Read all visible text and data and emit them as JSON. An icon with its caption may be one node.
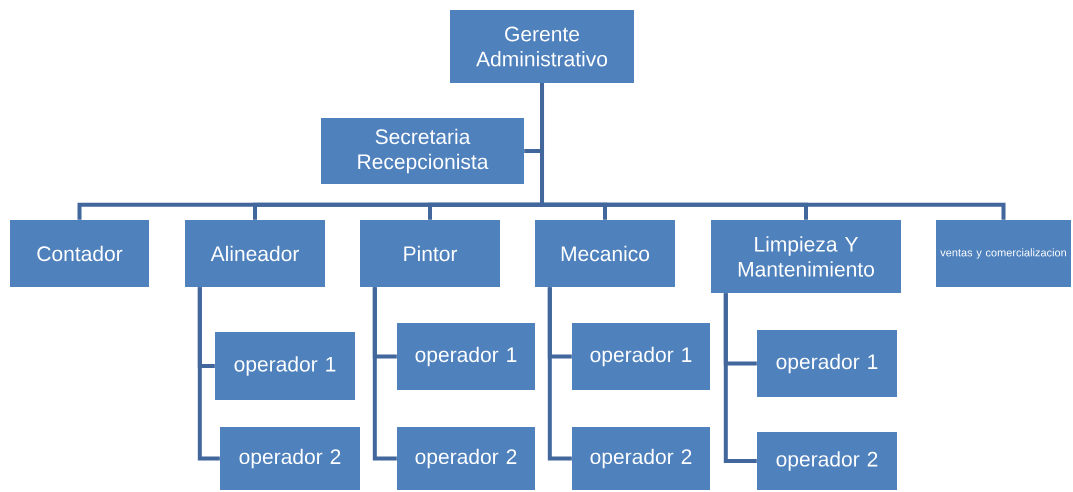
{
  "diagram": {
    "nodes": [
      {
        "text": [
          "Gerente Administrativo"
        ]
      },
      {
        "text": [
          "Secretaria Recepcionista"
        ]
      },
      {
        "text": [
          "Contador"
        ]
      },
      {
        "text": [
          "Alineador"
        ]
      },
      {
        "text": [
          "Pintor"
        ]
      },
      {
        "text": [
          "Mecanico"
        ]
      },
      {
        "text": [
          "Limpieza Y Mantenimiento"
        ]
      },
      {
        "text": [
          "ventas y comercializacion"
        ]
      },
      {
        "text": [
          "operador 1"
        ]
      },
      {
        "text": [
          "operador 2"
        ]
      },
      {
        "text": [
          "operador 1"
        ]
      },
      {
        "text": [
          "operador 2"
        ]
      },
      {
        "text": [
          "operador 1"
        ]
      },
      {
        "text": [
          "operador 2"
        ]
      },
      {
        "text": [
          "operador 1"
        ]
      },
      {
        "text": [
          "operador 2"
        ]
      }
    ],
    "edges": [
      {
        "from": 0,
        "to": 1,
        "arrow": "none"
      },
      {
        "from": 0,
        "to": 2,
        "arrow": "none"
      },
      {
        "from": 0,
        "to": 3,
        "arrow": "none"
      },
      {
        "from": 0,
        "to": 4,
        "arrow": "none"
      },
      {
        "from": 0,
        "to": 5,
        "arrow": "none"
      },
      {
        "from": 0,
        "to": 6,
        "arrow": "none"
      },
      {
        "from": 0,
        "to": 7,
        "arrow": "none"
      },
      {
        "from": 3,
        "to": 8,
        "arrow": "none"
      },
      {
        "from": 3,
        "to": 9,
        "arrow": "none"
      },
      {
        "from": 4,
        "to": 10,
        "arrow": "none"
      },
      {
        "from": 4,
        "to": 11,
        "arrow": "none"
      },
      {
        "from": 5,
        "to": 12,
        "arrow": "none"
      },
      {
        "from": 5,
        "to": 13,
        "arrow": "none"
      },
      {
        "from": 6,
        "to": 14,
        "arrow": "none"
      },
      {
        "from": 6,
        "to": 15,
        "arrow": "none"
      }
    ]
  }
}
